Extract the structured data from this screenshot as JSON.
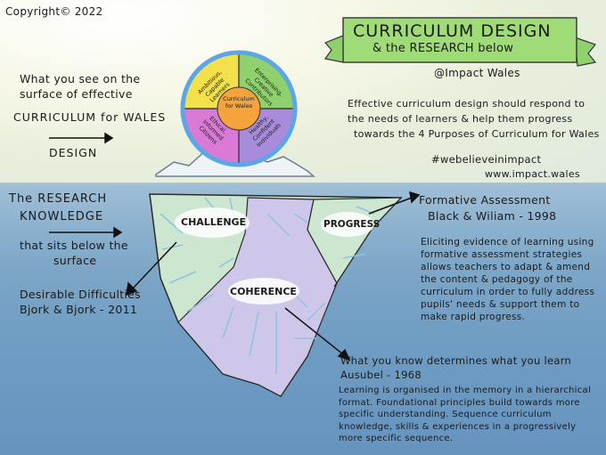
{
  "copyright": "Copyright© 2022",
  "banner": {
    "line1": "CURRICULUM DESIGN",
    "line2": "& the RESEARCH below"
  },
  "handle": "@Impact Wales",
  "surface": {
    "line1": "What you see on the",
    "line2": "surface of effective",
    "line3": "CURRICULUM for WALES",
    "line4": "DESIGN"
  },
  "intro": {
    "line1": "Effective curriculum design should respond to",
    "line2": "the needs of learners & help them progress",
    "line3": "towards the 4 Purposes of Curriculum for Wales"
  },
  "hashtag": "#webelieveinimpact",
  "website": "www.impact.wales",
  "wheel": {
    "center": "Curriculum for Wales",
    "q1": "Ambitious, Capable Learners",
    "q2": "Enterprising, Creative Contributors",
    "q3": "Ethical, Informed Citizens",
    "q4": "Healthy, Confident Individuals"
  },
  "research": {
    "line1": "The RESEARCH",
    "line2": "KNOWLEDGE",
    "line3": "that sits below the",
    "line4": "surface"
  },
  "iceberg": {
    "challenge": "CHALLENGE",
    "progress": "PROGRESS",
    "coherence": "COHERENCE"
  },
  "formative": {
    "title": "Formative Assessment",
    "author": "Black & Wiliam - 1998",
    "body": "Eliciting evidence of learning using formative assessment strategies allows teachers to adapt & amend the content & pedagogy of the curriculum in order to fully address pupils' needs & support them to make rapid progress."
  },
  "desirable": {
    "title": "Desirable Difficulties",
    "author": "Bjork & Bjork - 2011"
  },
  "ausubel": {
    "title": "What you know determines what you learn",
    "author": "Ausubel - 1968",
    "body": "Learning is organised in the memory in a hierarchical format. Foundational principles build towards more specific understanding. Sequence curriculum knowledge, skills & experiences in a progressively more specific sequence."
  },
  "colors": {
    "green": "#8fd16c",
    "yellow": "#f3e14b",
    "purple": "#c6a3e6",
    "magenta": "#d97ad6",
    "blue": "#6fb4ea",
    "orange": "#f5a33b"
  }
}
